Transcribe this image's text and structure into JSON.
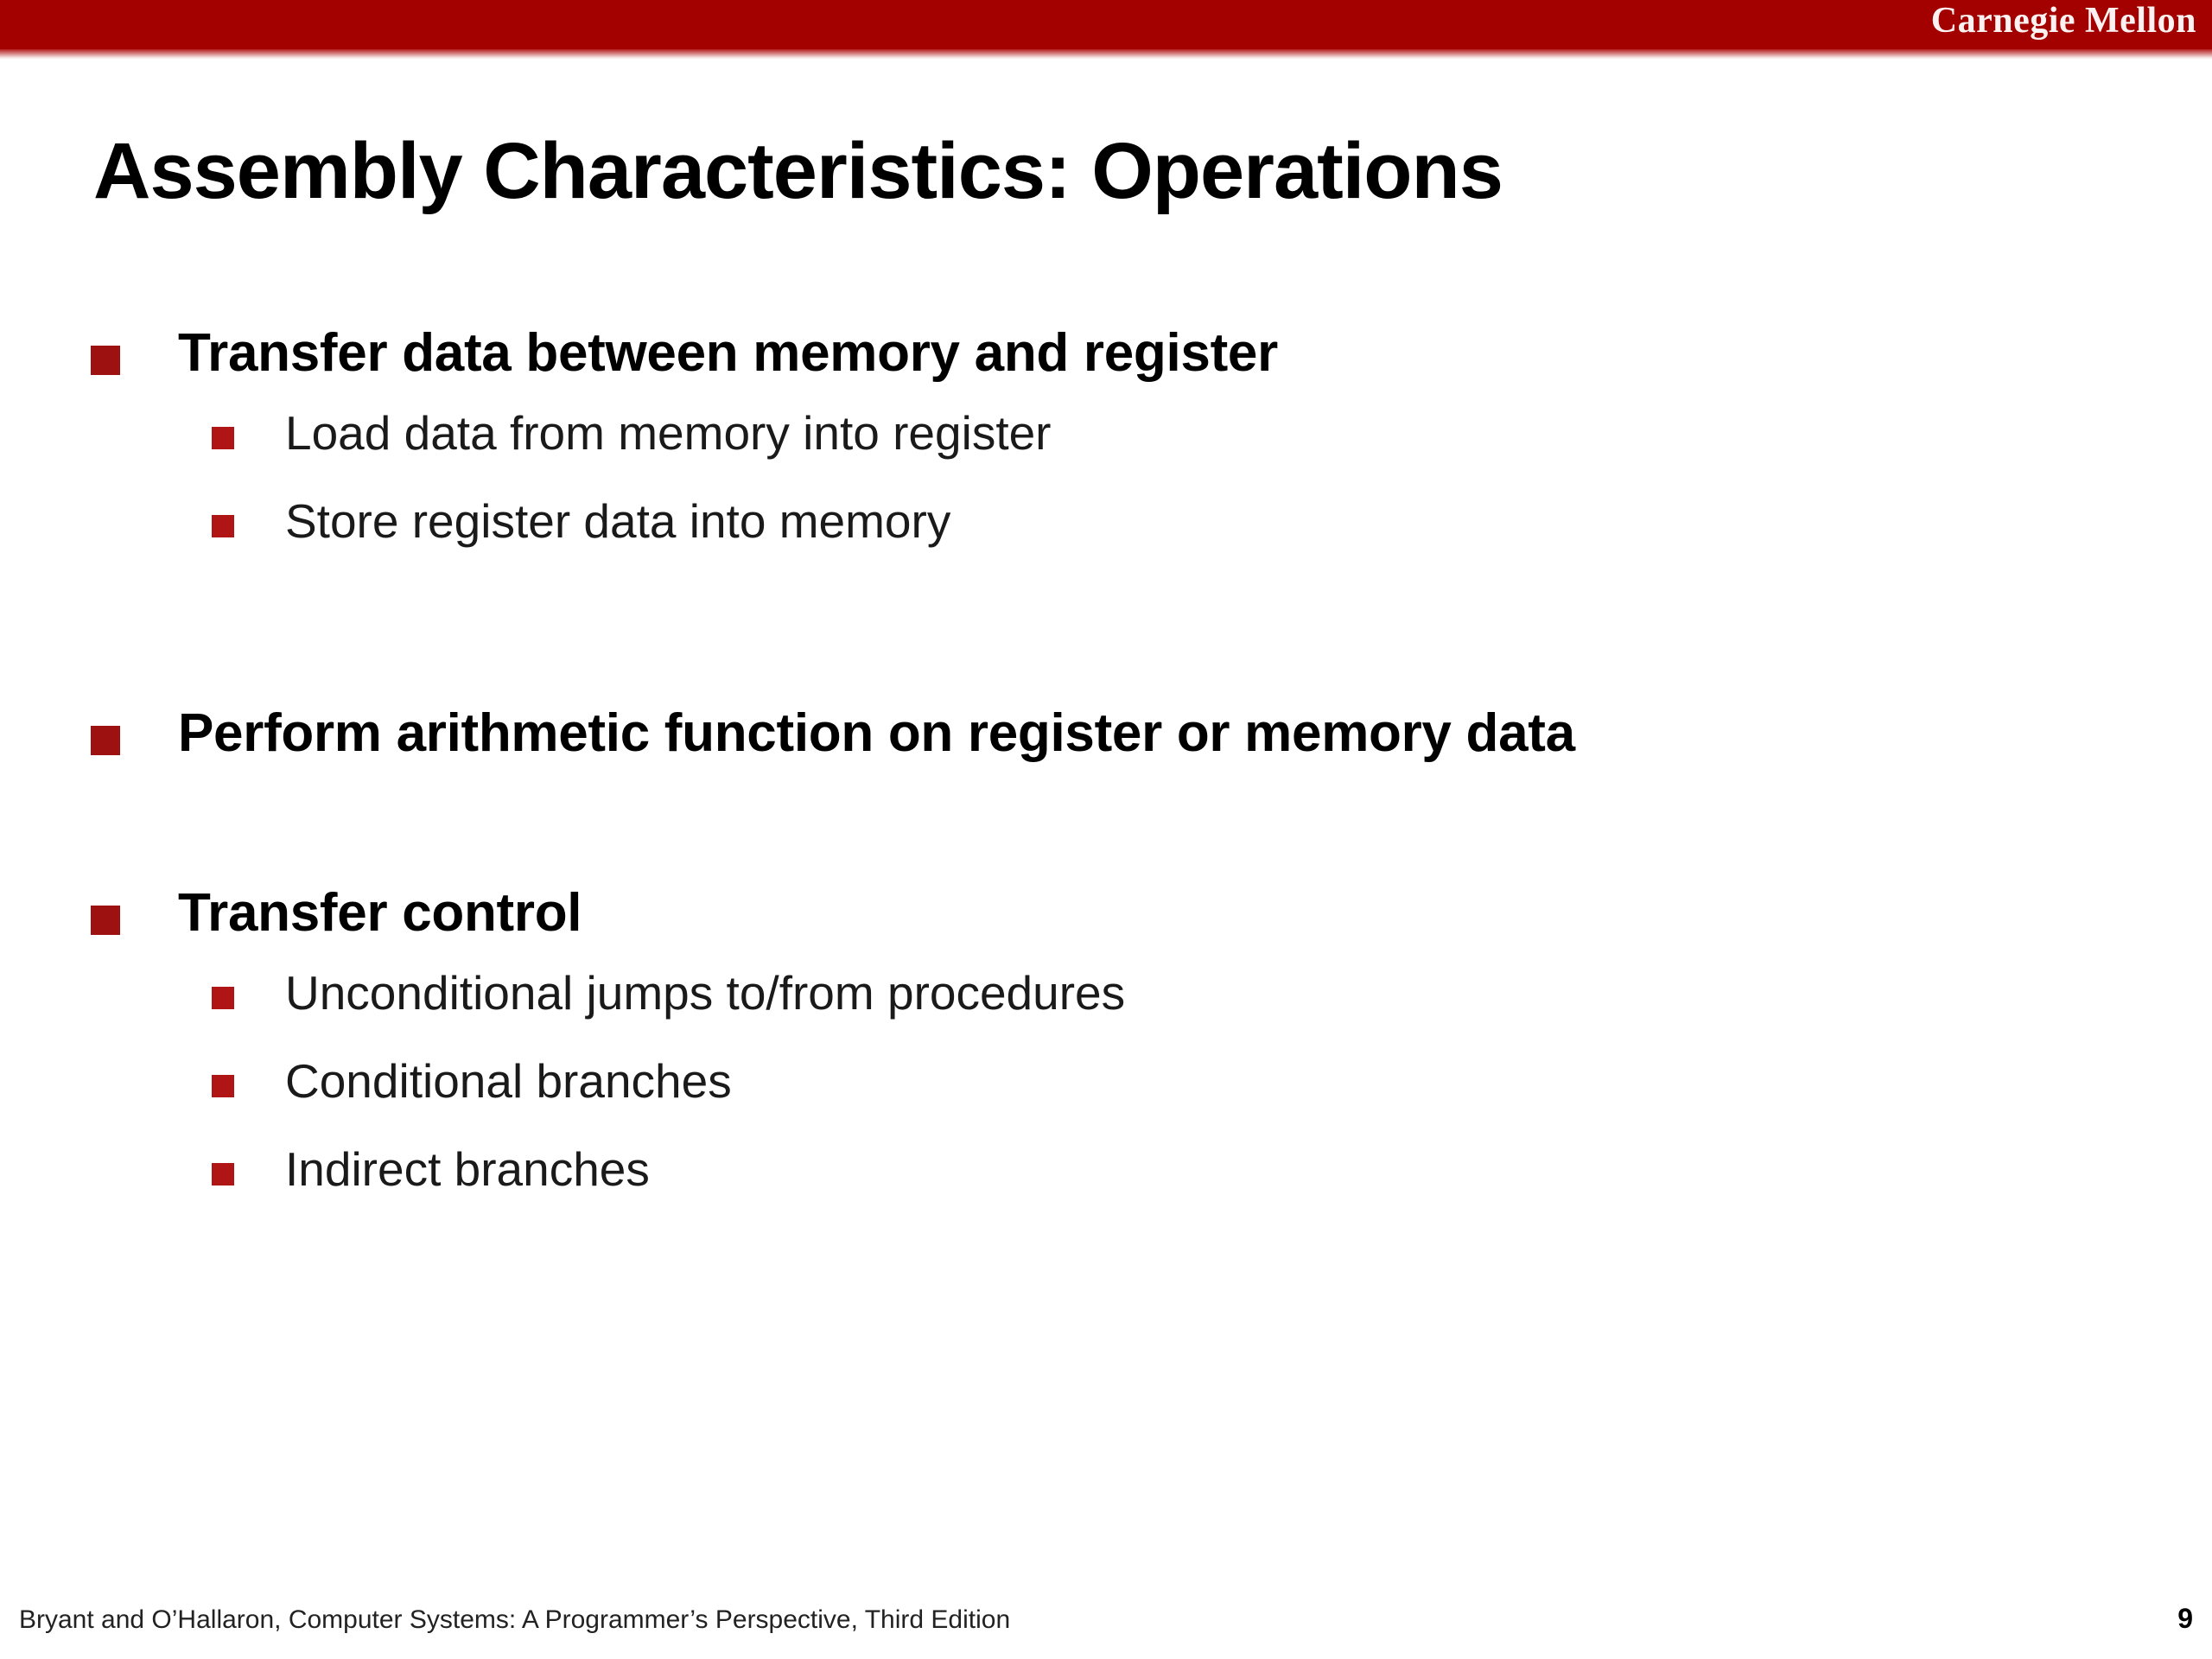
{
  "header": {
    "brand": "Carnegie Mellon",
    "band_color": "#a30000"
  },
  "slide": {
    "title": "Assembly Characteristics: Operations",
    "page_number": "9"
  },
  "colors": {
    "header_red": "#a30000",
    "bullet_level1_red": "#9e1111",
    "bullet_level2_red": "#b01515",
    "text_black": "#000000"
  },
  "body": {
    "groups": [
      {
        "heading": "Transfer data between memory and register",
        "subitems": [
          "Load data from memory into register",
          "Store register data into memory"
        ]
      },
      {
        "heading": "Perform arithmetic function on register or memory data",
        "subitems": []
      },
      {
        "heading": "Transfer control",
        "subitems": [
          "Unconditional jumps to/from procedures",
          "Conditional branches",
          "Indirect branches"
        ]
      }
    ]
  },
  "footer": {
    "citation": "Bryant and O’Hallaron, Computer Systems: A Programmer’s Perspective, Third Edition"
  }
}
